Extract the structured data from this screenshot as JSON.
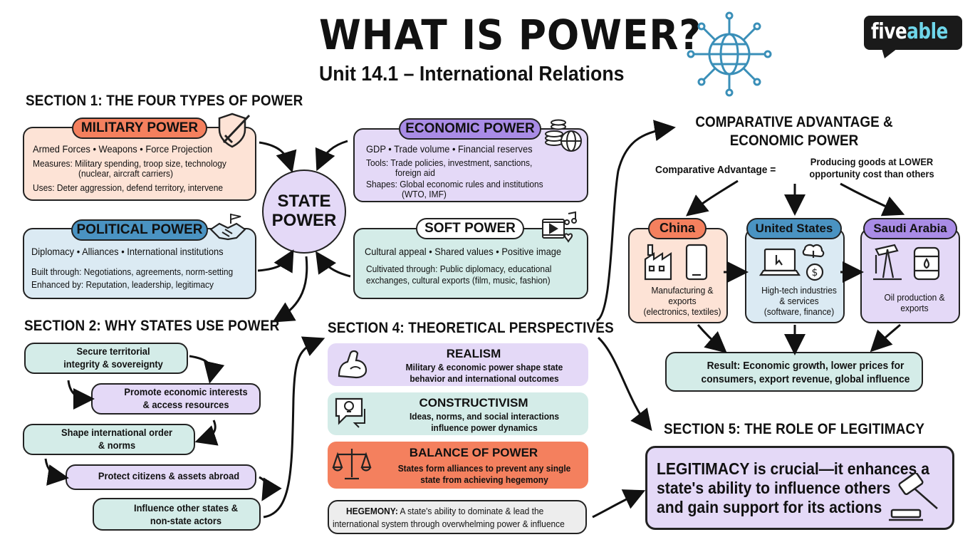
{
  "header": {
    "title": "WHAT IS POWER?",
    "subtitle": "Unit 14.1 – International Relations",
    "logo_text": "fiveable",
    "logo_part1": "five",
    "logo_part2": "able",
    "globe_icon": "network-globe-icon"
  },
  "section1": {
    "title": "SECTION 1: THE FOUR TYPES OF POWER",
    "military": {
      "title": "MILITARY POWER",
      "line1": "Armed Forces • Weapons • Force Projection",
      "measures_a": "Measures: Military spending, troop size, technology",
      "measures_b": "(nuclear, aircraft carriers)",
      "uses": "Uses: Deter aggression, defend territory, intervene",
      "icon": "shield-sword-icon"
    },
    "political": {
      "title": "POLITICAL POWER",
      "line1": "Diplomacy • Alliances • International institutions",
      "built": "Built through: Negotiations, agreements, norm-setting",
      "enhanced": "Enhanced by: Reputation, leadership, legitimacy",
      "icon": "handshake-flag-icon"
    },
    "economic": {
      "title": "ECONOMIC POWER",
      "line1": "GDP • Trade volume • Financial reserves",
      "tools_a": "Tools: Trade policies, investment, sanctions,",
      "tools_b": "foreign aid",
      "shapes_a": "Shapes: Global economic rules and institutions",
      "shapes_b": "(WTO, IMF)",
      "icon": "coins-globe-icon"
    },
    "soft": {
      "title": "SOFT POWER",
      "line1": "Cultural appeal • Shared values • Positive image",
      "cult_a": "Cultivated through: Public diplomacy, educational",
      "cult_b": "exchanges, cultural exports (film, music, fashion)",
      "icon": "film-music-heart-icon"
    },
    "center_line1": "STATE",
    "center_line2": "POWER"
  },
  "section2": {
    "title": "SECTION 2: WHY STATES USE POWER",
    "items": [
      {
        "a": "Secure territorial",
        "b": "integrity & sovereignty"
      },
      {
        "a": "Promote economic interests",
        "b": "& access resources"
      },
      {
        "a": "Shape international order",
        "b": "& norms"
      },
      {
        "a": "Protect citizens & assets abroad",
        "b": ""
      },
      {
        "a": "Influence other states &",
        "b": "non-state actors"
      }
    ]
  },
  "section4": {
    "title": "SECTION 4: THEORETICAL PERSPECTIVES",
    "realism": {
      "title": "REALISM",
      "a": "Military & economic power shape state",
      "b": "behavior and international outcomes",
      "icon": "flexed-arm-icon"
    },
    "constructivism": {
      "title": "CONSTRUCTIVISM",
      "a": "Ideas, norms, and social interactions",
      "b": "influence power dynamics",
      "icon": "lightbulb-speech-icon"
    },
    "balance": {
      "title": "BALANCE OF POWER",
      "a": "States form alliances to prevent any single",
      "b": "state from achieving hegemony",
      "icon": "scales-icon"
    },
    "hegemony": {
      "label": "HEGEMONY:",
      "a": " A state's ability to dominate & lead the",
      "b": "international system through overwhelming power & influence"
    }
  },
  "section3": {
    "title_a": "COMPARATIVE ADVANTAGE &",
    "title_b": "ECONOMIC POWER",
    "def_label": "Comparative Advantage =",
    "def_a": "Producing goods at LOWER",
    "def_b": "opportunity cost than others",
    "countries": [
      {
        "name": "China",
        "a": "Manufacturing &",
        "b": "exports",
        "c": "(electronics, textiles)",
        "icon": "factory-phone-icon"
      },
      {
        "name": "United States",
        "a": "High-tech industries",
        "b": "& services",
        "c": "(software, finance)",
        "icon": "laptop-cloud-dollar-icon"
      },
      {
        "name": "Saudi Arabia",
        "a": "Oil production &",
        "b": "exports",
        "c": "",
        "icon": "oil-pump-barrel-icon"
      }
    ],
    "result_a": "Result: Economic growth, lower prices for",
    "result_b": "consumers, export revenue, global influence"
  },
  "section5": {
    "title": "SECTION 5: THE ROLE OF LEGITIMACY",
    "a": "LEGITIMACY is crucial—it enhances a",
    "b": "state's ability to influence others",
    "c": "and gain support for its actions",
    "icon": "gavel-icon"
  },
  "colors": {
    "military": "#f4805e",
    "political": "#4a93c2",
    "economic": "#a98ce6",
    "soft_bg": "#d4ece8",
    "logo_bg": "#1a1a1a",
    "logo_accent": "#6fd6ea"
  }
}
